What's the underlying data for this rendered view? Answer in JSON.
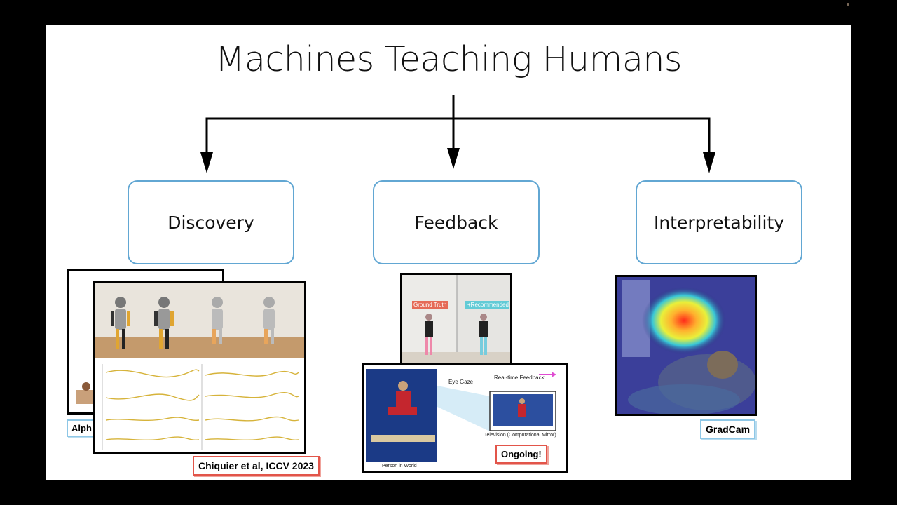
{
  "slide": {
    "title": "Machines Teaching Humans",
    "boxes": {
      "discovery": "Discovery",
      "feedback": "Feedback",
      "interpretability": "Interpretability"
    },
    "discovery": {
      "back_card_tag": "Alph",
      "citation": "Chiquier et al, ICCV 2023"
    },
    "feedback": {
      "ground_truth_label": "Ground Truth",
      "recommended_label": "+Recommended",
      "eye_gaze_label": "Eye Gaze",
      "realtime_label": "Real-time Feedback",
      "tv_label": "Television (Computational Mirror)",
      "person_label": "Person in World",
      "status": "Ongoing!"
    },
    "interpretability": {
      "method": "GradCam"
    }
  }
}
